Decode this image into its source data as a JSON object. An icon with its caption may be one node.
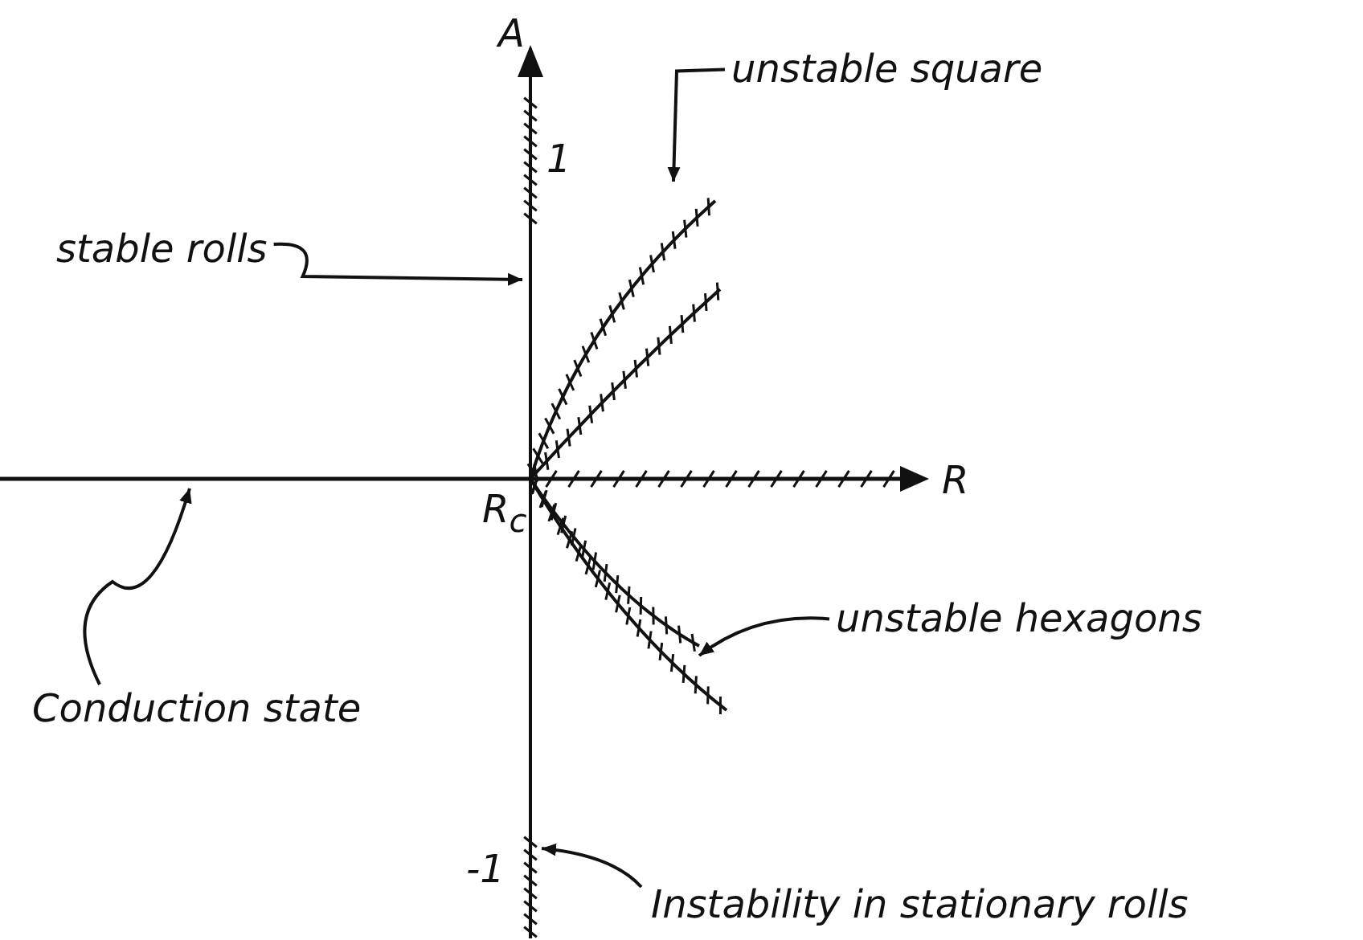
{
  "diagram": {
    "nodes": [
      {
        "text": [
          "stable rolls"
        ]
      },
      {
        "text": [
          "unstable square"
        ]
      },
      {
        "text": [],
        "shape": "curve"
      },
      {
        "text": [
          "unstable hexagons"
        ]
      },
      {
        "text": [],
        "shape": "curve"
      },
      {
        "text": [
          "Conduction state"
        ]
      },
      {
        "text": [
          "Instability in stationary rolls"
        ]
      },
      {
        "text": [],
        "shape": "line"
      },
      {
        "text": [],
        "shape": "line"
      }
    ],
    "edges": [
      {
        "from": 0,
        "to": 7,
        "arrow": "to"
      },
      {
        "from": 1,
        "to": 2,
        "arrow": "to"
      },
      {
        "from": 3,
        "to": 4,
        "arrow": "to"
      },
      {
        "from": 5,
        "to": 8,
        "arrow": "to"
      },
      {
        "from": 6,
        "to": 7,
        "arrow": "to"
      }
    ],
    "labels": [
      "A",
      "1",
      "R",
      "R$_{c}$",
      "-1"
    ]
  }
}
